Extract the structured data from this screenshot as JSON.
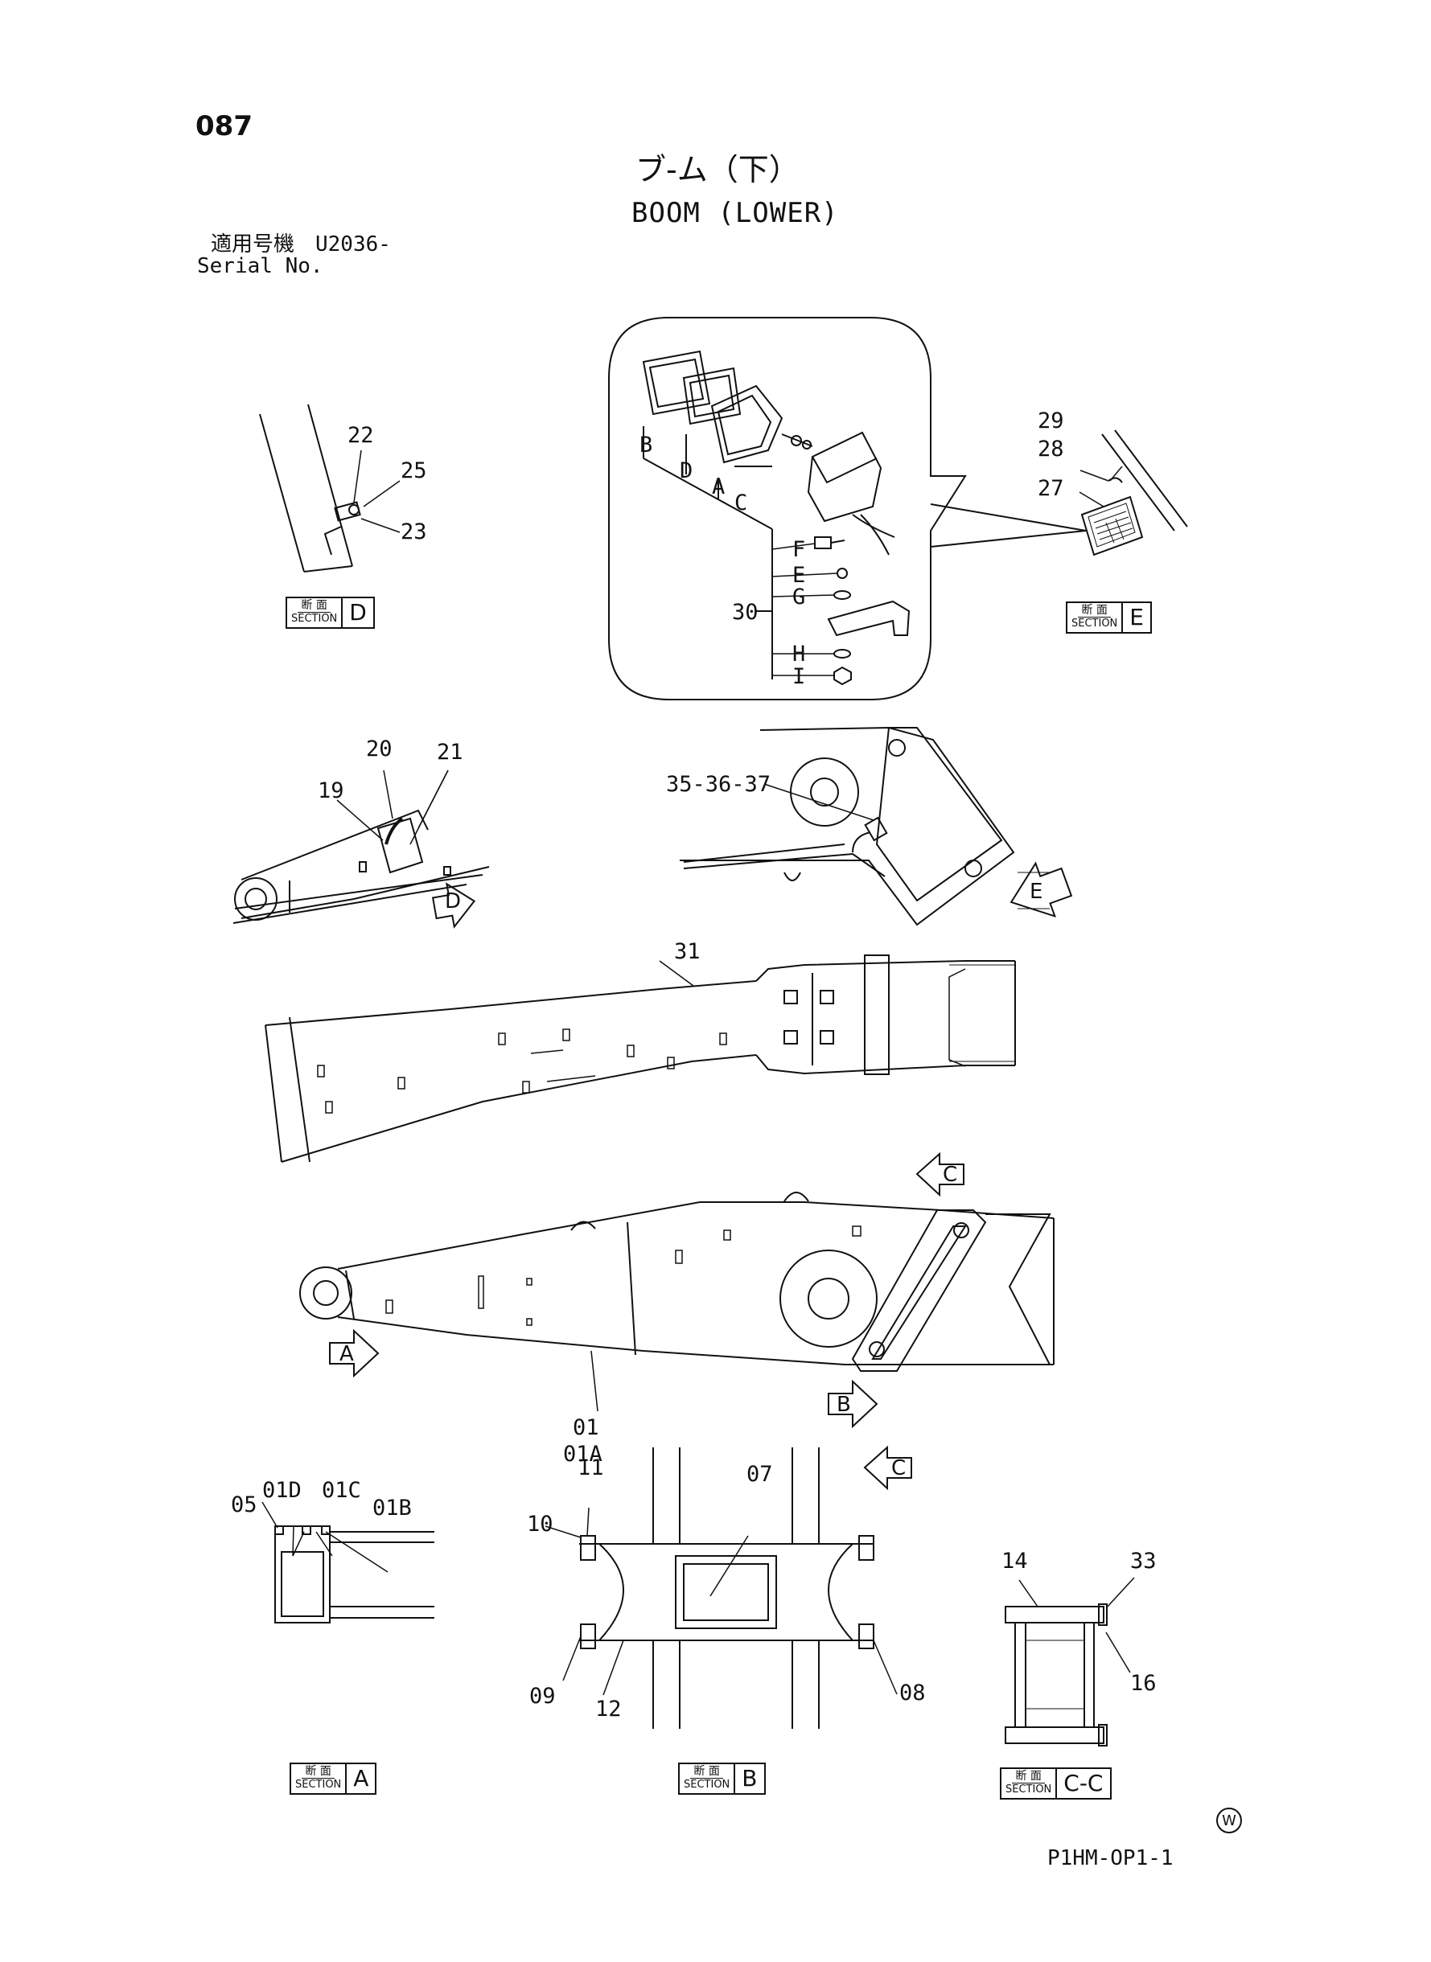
{
  "page": {
    "number": "087",
    "title_jp": "ブ-ム（下）",
    "title_en": "BOOM (LOWER)",
    "serial_jp": "適用号機　U2036-",
    "serial_en": "Serial No.",
    "drawing_code": "P1HM-OP1-1",
    "mark": "W"
  },
  "sections": {
    "d": {
      "kanji": "断 面",
      "word": "SECTION",
      "letter": "D"
    },
    "e": {
      "kanji": "断 面",
      "word": "SECTION",
      "letter": "E"
    },
    "a": {
      "kanji": "断 面",
      "word": "SECTION",
      "letter": "A"
    },
    "b": {
      "kanji": "断 面",
      "word": "SECTION",
      "letter": "B"
    },
    "cc": {
      "kanji": "断 面",
      "word": "SECTION",
      "letter": "C-C"
    }
  },
  "view_arrows": {
    "a": "A",
    "b": "B",
    "c1": "C",
    "c2": "C",
    "d": "D",
    "e": "E"
  },
  "callouts": {
    "p22": "22",
    "p25": "25",
    "p23": "23",
    "lamp_b": "B",
    "lamp_d": "D",
    "lamp_a": "A",
    "lamp_c": "C",
    "lamp_f": "F",
    "lamp_e": "E",
    "lamp_g": "G",
    "lamp_h": "H",
    "lamp_i": "I",
    "p30": "30",
    "p29": "29",
    "p28": "28",
    "p27": "27",
    "p20": "20",
    "p21": "21",
    "p19": "19",
    "p35": "35-36-37",
    "p31": "31",
    "p01": "01",
    "p01a": "01A",
    "p01d": "01D",
    "p01c": "01C",
    "p01b": "01B",
    "p05": "05",
    "p11": "11",
    "p07": "07",
    "p10": "10",
    "p09": "09",
    "p12": "12",
    "p08": "08",
    "p14": "14",
    "p33": "33",
    "p16": "16"
  }
}
